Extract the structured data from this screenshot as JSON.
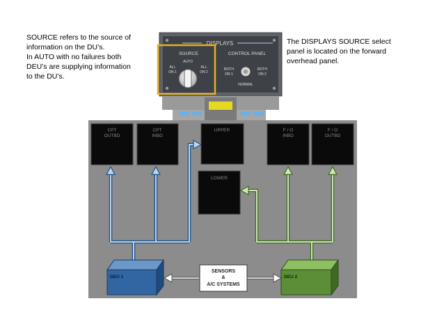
{
  "notes": {
    "left": "SOURCE refers to the source of\ninformation on the DU’s.\nIn AUTO with no failures both\nDEU’s are supplying information\nto the DU’s.",
    "right": "The DISPLAYS SOURCE select\npanel is located on the forward\noverhead panel."
  },
  "panel": {
    "title": "DISPLAYS",
    "source_label": "SOURCE",
    "auto_label": "AUTO",
    "all_on1_line1": "ALL",
    "all_on1_line2": "ON 1",
    "all_on2_line1": "ALL",
    "all_on2_line2": "ON 2",
    "control_label": "CONTROL PANEL",
    "both_on1_line1": "BOTH",
    "both_on1_line2": "ON 1",
    "both_on2_line1": "BOTH",
    "both_on2_line2": "ON 2",
    "normal_label": "NORMAL"
  },
  "displays": {
    "cpt_outbd_line1": "CPT",
    "cpt_outbd_line2": "OUTBD",
    "cpt_inbd_line1": "CPT",
    "cpt_inbd_line2": "INBD",
    "upper": "UPPER",
    "lower": "LOWER",
    "fo_inbd_line1": "F / O",
    "fo_inbd_line2": "INBD",
    "fo_outbd_line1": "F / O",
    "fo_outbd_line2": "OUTBD"
  },
  "units": {
    "deu1": "DEU 1",
    "deu2": "DEU 2",
    "sensors_line1": "SENSORS",
    "sensors_line2": "&",
    "sensors_line3": "A/C SYSTEMS"
  },
  "colors": {
    "highlight": "#e8b020",
    "deu1": "#2f6aa6",
    "deu2": "#5a8a36",
    "blue_line": "#3c78c0",
    "green_line": "#7ab048",
    "panel_bg": "#8a8a8a",
    "display_bg": "#0a0a0a"
  }
}
